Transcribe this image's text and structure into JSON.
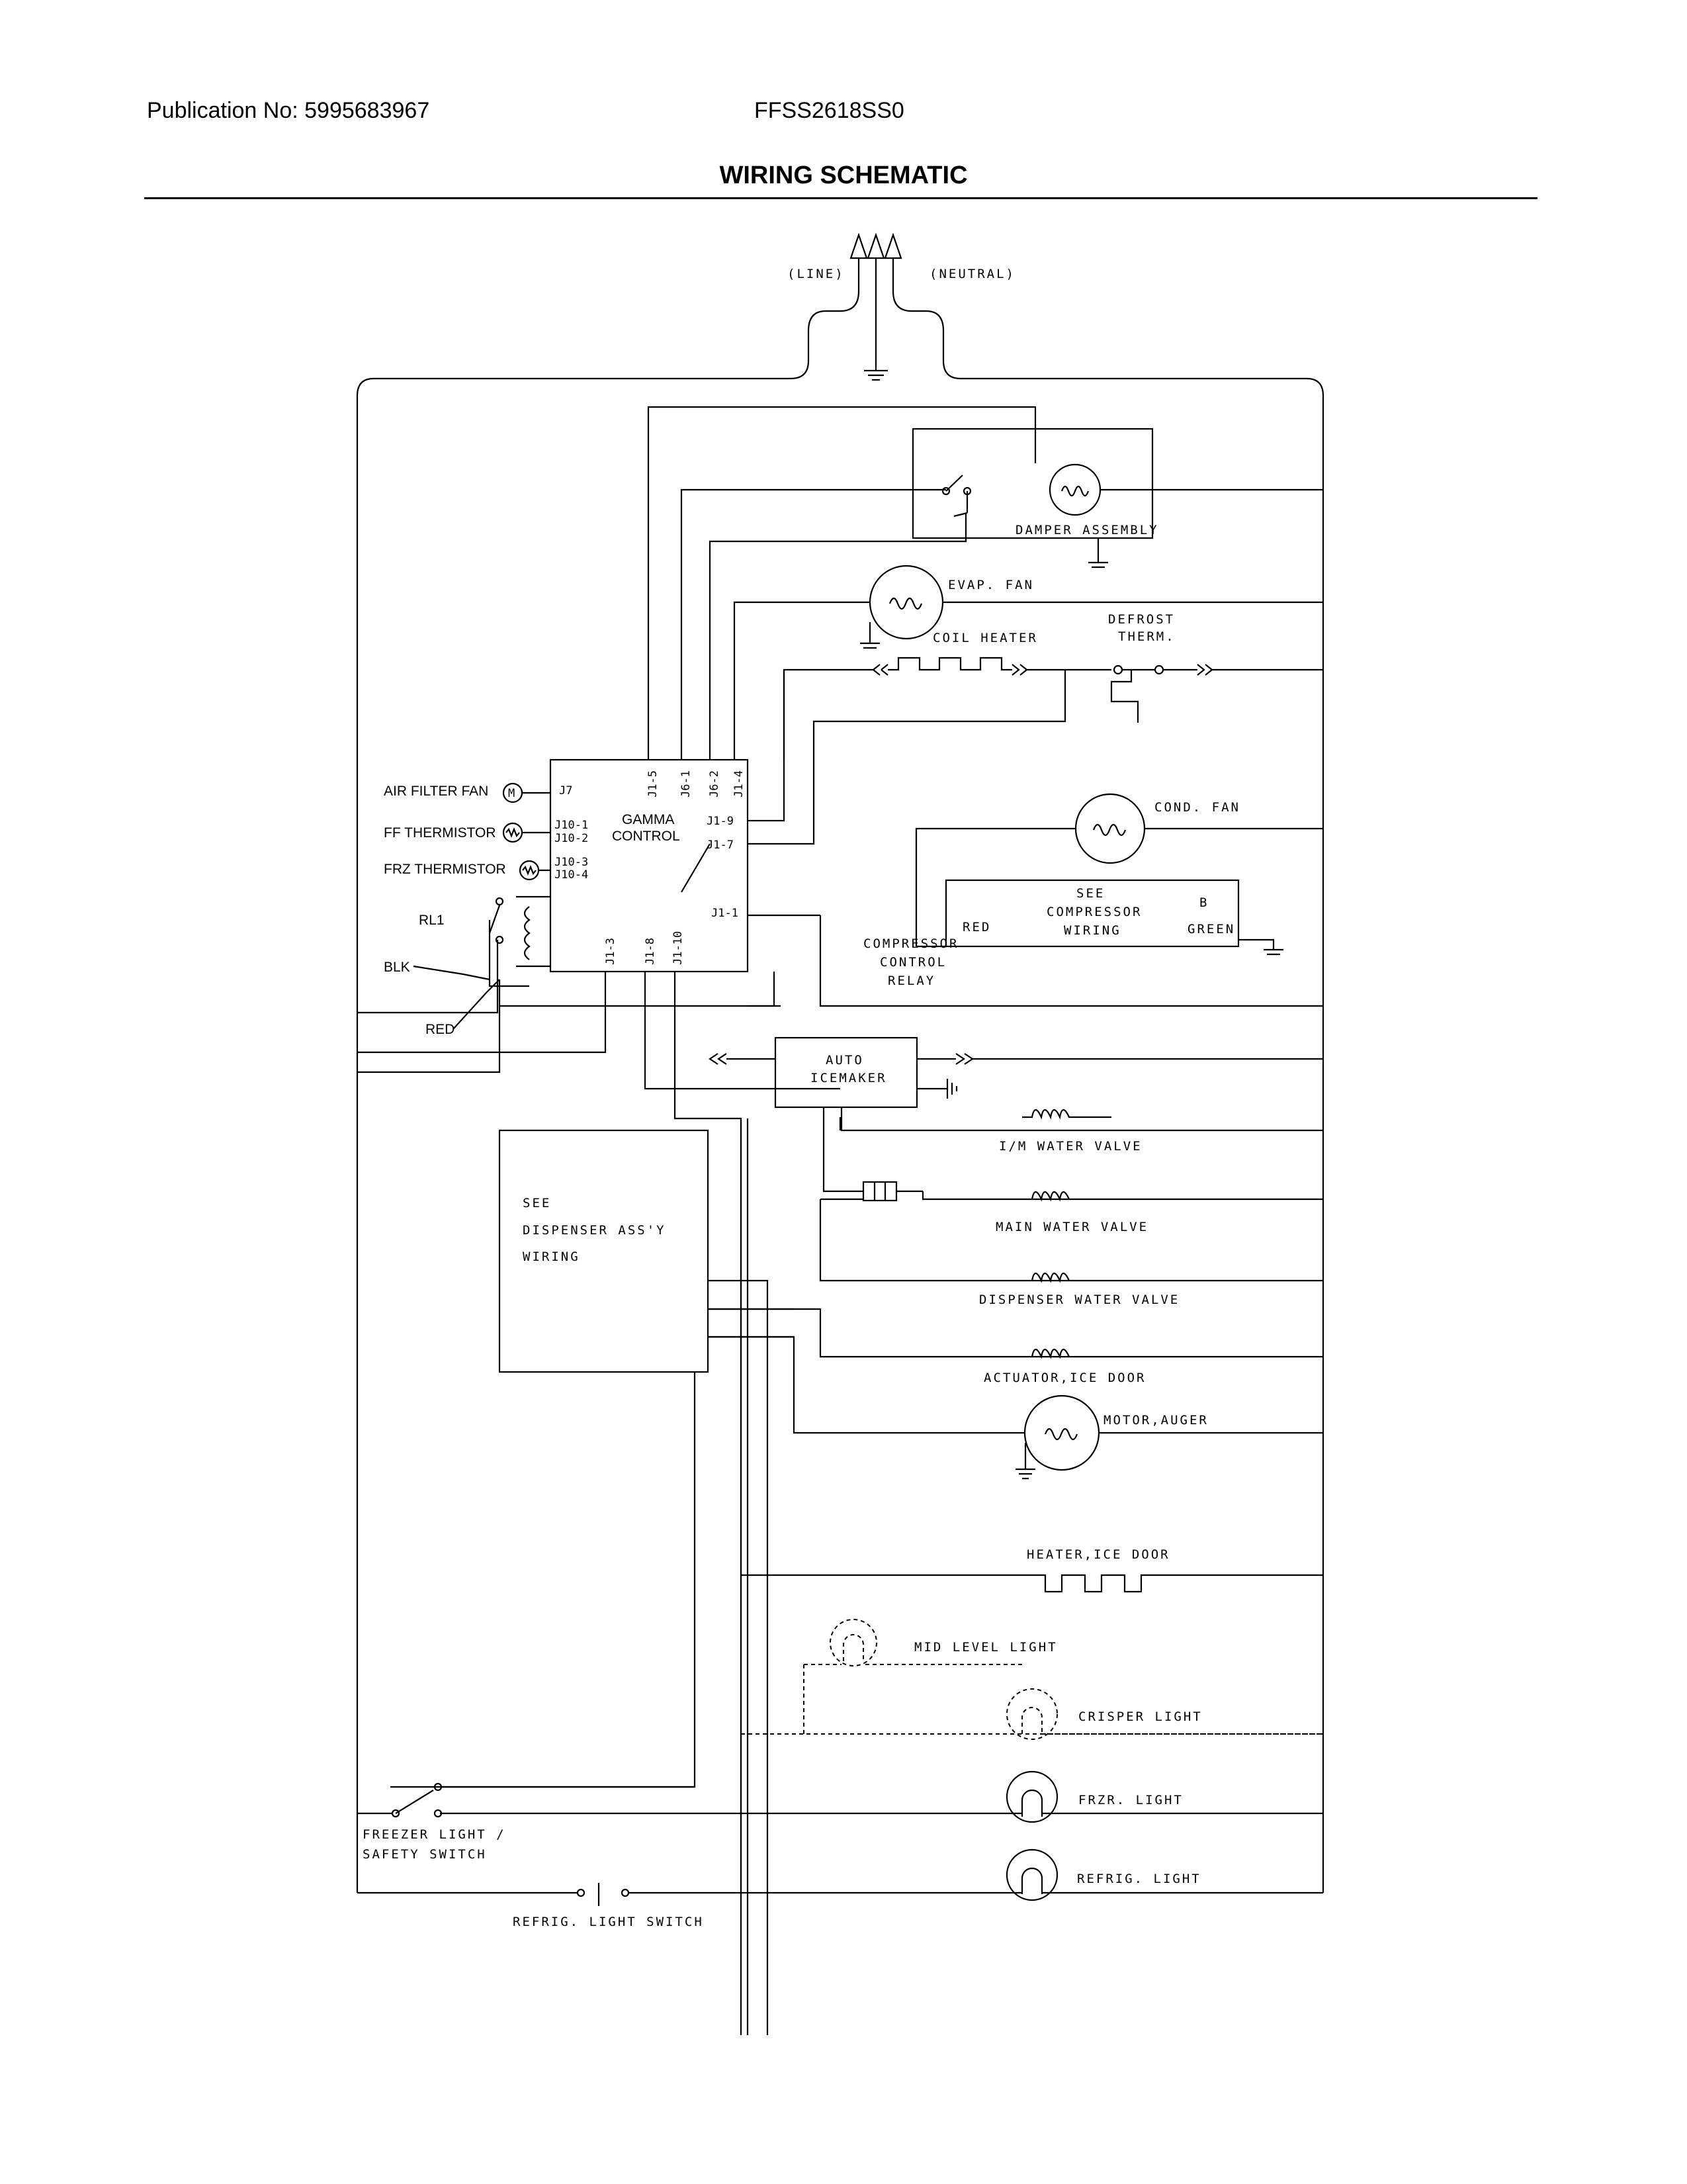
{
  "header": {
    "publication": "Publication No: 5995683967",
    "model": "FFSS2618SS0",
    "title": "WIRING SCHEMATIC"
  },
  "labels": {
    "line": "(LINE)",
    "neutral": "(NEUTRAL)",
    "damper": "DAMPER ASSEMBLY",
    "evap_fan": "EVAP. FAN",
    "defrost_therm_1": "DEFROST",
    "defrost_therm_2": "THERM.",
    "coil_heater": "COIL HEATER",
    "air_filter_fan": "AIR FILTER FAN",
    "ff_thermistor": "FF THERMISTOR",
    "frz_thermistor": "FRZ THERMISTOR",
    "rl1": "RL1",
    "blk": "BLK",
    "red": "RED",
    "gamma_1": "GAMMA",
    "gamma_2": "CONTROL",
    "cond_fan": "COND. FAN",
    "see_comp_1": "SEE",
    "see_comp_2": "COMPRESSOR",
    "see_comp_3": "WIRING",
    "comp_red": "RED",
    "comp_b": "B",
    "comp_green": "GREEN",
    "relay_1": "COMPRESSOR",
    "relay_2": "CONTROL",
    "relay_3": "RELAY",
    "auto_ice_1": "AUTO",
    "auto_ice_2": "ICEMAKER",
    "im_valve": "I/M WATER VALVE",
    "main_valve": "MAIN WATER VALVE",
    "disp_valve": "DISPENSER WATER VALVE",
    "actuator": "ACTUATOR,ICE DOOR",
    "motor_auger": "MOTOR,AUGER",
    "heater_door": "HEATER,ICE DOOR",
    "mid_light": "MID LEVEL LIGHT",
    "crisper_light": "CRISPER LIGHT",
    "frzr_light": "FRZR. LIGHT",
    "refrig_light": "REFRIG. LIGHT",
    "disp_1": "SEE",
    "disp_2": "DISPENSER ASS'Y",
    "disp_3": "WIRING",
    "frz_switch_1": "FREEZER LIGHT /",
    "frz_switch_2": "SAFETY SWITCH",
    "refrig_switch": "REFRIG. LIGHT SWITCH"
  },
  "pins": {
    "j1_5": "J1-5",
    "j6_1": "J6-1",
    "j6_2": "J6-2",
    "j1_4": "J1-4",
    "j7": "J7",
    "j10_1": "J10-1",
    "j10_2": "J10-2",
    "j10_3": "J10-3",
    "j10_4": "J10-4",
    "j1_9": "J1-9",
    "j1_7": "J1-7",
    "j1_1": "J1-1",
    "j1_3": "J1-3",
    "j1_8": "J1-8",
    "j1_10": "J1-10",
    "m": "M"
  }
}
